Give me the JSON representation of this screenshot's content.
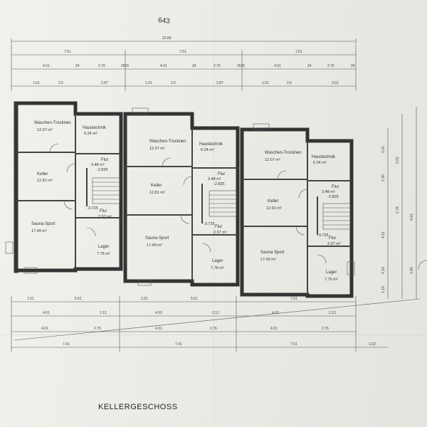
{
  "sheet": {
    "title": "KELLERGESCHOSS",
    "page_number": "643",
    "overall_dimension": "22.89"
  },
  "units": [
    {
      "rooms": [
        {
          "name": "Waschen-Trocknen",
          "area": "12.07 m²"
        },
        {
          "name": "Haustechnik",
          "area": "6.24 m²"
        },
        {
          "name": "Keller",
          "area": "12.81 m²"
        },
        {
          "name": "Flur",
          "area": "3.48 m²"
        },
        {
          "name": "Flur",
          "area": "2.57 m²"
        },
        {
          "name": "Sauna Sport",
          "area": "17.49 m²"
        },
        {
          "name": "Lager",
          "area": "7.76 m²"
        }
      ],
      "levels": [
        "-2.825",
        "-3.725"
      ]
    },
    {
      "rooms": [
        {
          "name": "Waschen-Trocknen",
          "area": "12.07 m²"
        },
        {
          "name": "Haustechnik",
          "area": "6.24 m²"
        },
        {
          "name": "Keller",
          "area": "12.81 m²"
        },
        {
          "name": "Flur",
          "area": "3.48 m²"
        },
        {
          "name": "Flur",
          "area": "2.57 m²"
        },
        {
          "name": "Sauna Sport",
          "area": "17.49 m²"
        },
        {
          "name": "Lager",
          "area": "7.76 m²"
        }
      ],
      "levels": [
        "-2.825",
        "-3.725"
      ]
    },
    {
      "rooms": [
        {
          "name": "Waschen-Trocknen",
          "area": "12.07 m²"
        },
        {
          "name": "Haustechnik",
          "area": "6.24 m²"
        },
        {
          "name": "Keller",
          "area": "12.91 m²"
        },
        {
          "name": "Flur",
          "area": "3.48 m²"
        },
        {
          "name": "Flur",
          "area": "2.57 m²"
        },
        {
          "name": "Sauna Sport",
          "area": "17.49 m²"
        },
        {
          "name": "Lager",
          "area": "7.76 m²"
        }
      ],
      "levels": [
        "-2.825",
        "-3.725"
      ]
    }
  ],
  "dimensions": {
    "top_row1": [
      "7.51",
      "7.51",
      "7.51"
    ],
    "top_row2": [
      "4.01",
      "24",
      "2.76",
      "2525",
      "4.01",
      "24",
      "2.76",
      "2525",
      "4.01",
      "24",
      "2.76",
      "25"
    ],
    "top_row3": [
      "1.01",
      "2.6",
      "2.87",
      "1.01",
      "2.6",
      "2.87",
      "1.01",
      "2.6",
      "3.01"
    ],
    "bottom_row1": [
      "1.01",
      "5.61",
      "1.01",
      "5.61",
      "7.51"
    ],
    "bottom_row2": [
      "4.61",
      "2.12",
      "4.63",
      "2.12",
      "4.63",
      "2.13"
    ],
    "bottom_row3": [
      "4.01",
      "2.75",
      "4.01",
      "2.76",
      "4.01",
      "2.76"
    ],
    "bottom_row4": [
      "7.41",
      "7.41",
      "7.51",
      "1.02"
    ],
    "right_side": [
      "1.01",
      "1.90",
      "4.11",
      "4.18",
      "1.19",
      "3.01",
      "2.78",
      "4.61",
      "1.85"
    ]
  }
}
